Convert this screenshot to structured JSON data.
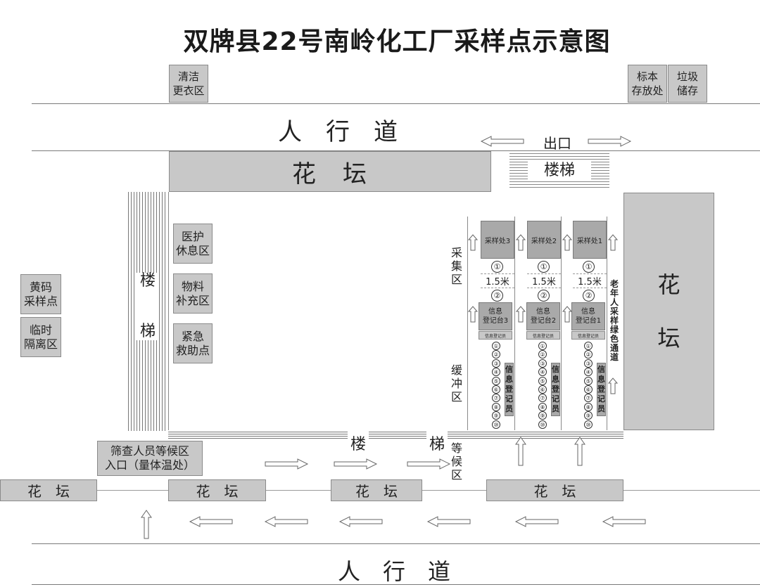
{
  "title": "双牌县22号南岭化工厂采样点示意图",
  "top_zones": {
    "clean_area": "清洁\n更衣区",
    "sample_store": "标本\n存放处",
    "garbage": "垃圾\n储存"
  },
  "sidewalk_top": "人　行　道",
  "sidewalk_bottom": "人　行　道",
  "exit": "出口",
  "stairs_top": "楼梯",
  "flowerbed_top": "花　坛",
  "flowerbed_right": "花\n\n坛",
  "stairs_left": "楼\n\n\n梯",
  "stairs_bottom_1": "楼",
  "stairs_bottom_2": "梯",
  "yellow_code": "黄码\n采样点",
  "isolation": "临时\n隔离区",
  "medical_rest": "医护\n休息区",
  "supply": "物料\n补充区",
  "first_aid": "紧急\n救助点",
  "collection_zone": "采\n集\n区",
  "buffer_zone": "缓\n冲\n区",
  "waiting_zone": "等\n候\n区",
  "elderly_channel": "老\n年\n人\n采\n样\n绿\n色\n通\n道",
  "screening_entrance": "筛查人员等候区\n入口（量体温处）",
  "flowerbeds_bottom": [
    "花　坛",
    "花　坛",
    "花　坛",
    "花　坛"
  ],
  "lanes": [
    {
      "sample_point": "采样处3",
      "desk": "信息\n登记台3"
    },
    {
      "sample_point": "采样处2",
      "desk": "信息\n登记台2"
    },
    {
      "sample_point": "采样处1",
      "desk": "信息\n登记台1"
    }
  ],
  "marker_1": "①",
  "marker_2": "②",
  "distance": "1.5米",
  "registrar_small": "信息登记员",
  "registrar": "信\n息\n登\n记\n员",
  "queue_numbers": [
    "①",
    "②",
    "③",
    "④",
    "⑤",
    "⑥",
    "⑦",
    "⑧",
    "⑨",
    "⑩"
  ]
}
